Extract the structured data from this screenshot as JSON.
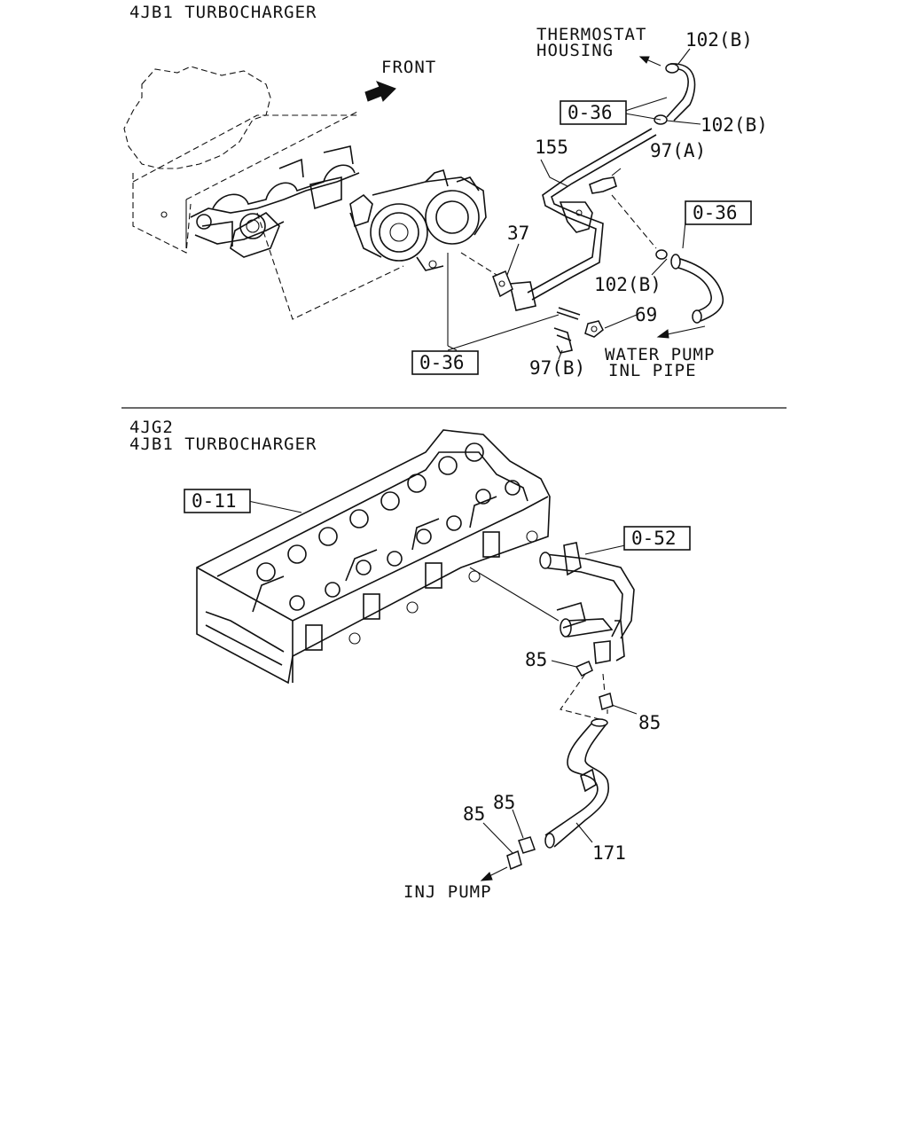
{
  "upper": {
    "title": "4JB1 TURBOCHARGER",
    "front": "FRONT",
    "thermostat_line1": "THERMOSTAT",
    "thermostat_line2": "HOUSING",
    "water_pump_line1": "WATER PUMP",
    "water_pump_line2": "INL PIPE",
    "callouts": {
      "c102b_top": "102(B)",
      "c102b_mid": "102(B)",
      "c102b_low": "102(B)",
      "c155": "155",
      "c97a": "97(A)",
      "c37": "37",
      "c69": "69",
      "c97b": "97(B)"
    },
    "refs": {
      "r036_top": "0-36",
      "r036_right": "0-36",
      "r036_bottom": "0-36"
    }
  },
  "lower": {
    "title_line1": "4JG2",
    "title_line2": "4JB1 TURBOCHARGER",
    "inj_pump": "INJ PUMP",
    "callouts": {
      "c85_a": "85",
      "c85_b": "85",
      "c85_c": "85",
      "c85_d": "85",
      "c171": "171"
    },
    "refs": {
      "r011": "0-11",
      "r052": "0-52"
    }
  }
}
